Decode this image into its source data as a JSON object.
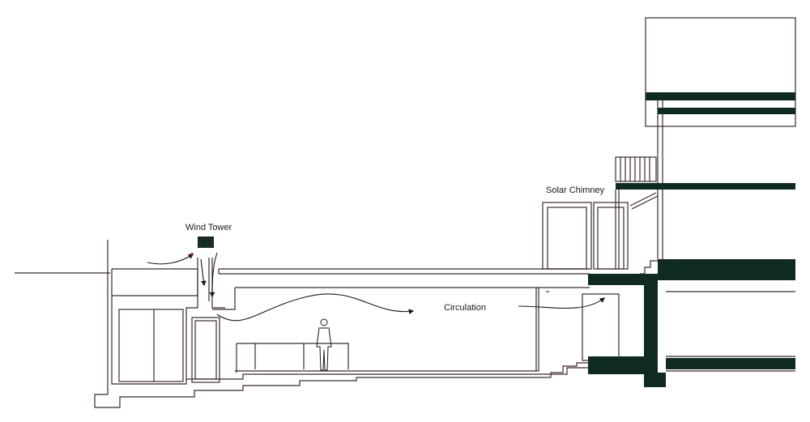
{
  "labels": {
    "wind_tower": "Wind Tower",
    "solar_chimney": "Solar Chimney",
    "circulation": "Circulation"
  },
  "colors": {
    "line": "#3d2a2a",
    "fill_dark": "#0f2a22",
    "arrow": "#1a1a1a"
  }
}
